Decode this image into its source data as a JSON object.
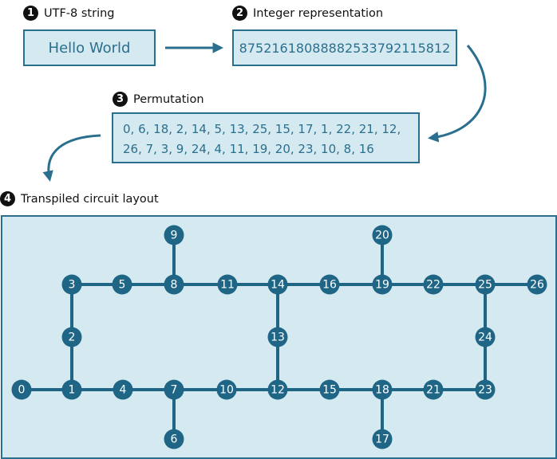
{
  "steps": [
    {
      "number": "1",
      "label": "UTF-8 string"
    },
    {
      "number": "2",
      "label": "Integer representation"
    },
    {
      "number": "3",
      "label": "Permutation"
    },
    {
      "number": "4",
      "label": "Transpiled circuit layout"
    }
  ],
  "utf8_string": "Hello World",
  "integer_representation": "87521618088882533792115812",
  "permutation": {
    "line1": "0, 6, 18, 2, 14, 5, 13, 25, 15, 17, 1, 22, 21, 12,",
    "line2": "26, 7, 3, 9, 24, 4, 11, 19, 20, 23, 10, 8, 16"
  },
  "colors": {
    "accent": "#2a6f8e",
    "box_fill": "#d5e9f1",
    "node": "#1f6585",
    "badge": "#111111"
  },
  "circuit": {
    "qubits": [
      {
        "id": 0,
        "label": "0"
      },
      {
        "id": 1,
        "label": "1"
      },
      {
        "id": 2,
        "label": "2"
      },
      {
        "id": 3,
        "label": "3"
      },
      {
        "id": 4,
        "label": "4"
      },
      {
        "id": 5,
        "label": "5"
      },
      {
        "id": 6,
        "label": "6"
      },
      {
        "id": 7,
        "label": "7"
      },
      {
        "id": 8,
        "label": "8"
      },
      {
        "id": 9,
        "label": "9"
      },
      {
        "id": 10,
        "label": "10"
      },
      {
        "id": 11,
        "label": "11"
      },
      {
        "id": 12,
        "label": "12"
      },
      {
        "id": 13,
        "label": "13"
      },
      {
        "id": 14,
        "label": "14"
      },
      {
        "id": 15,
        "label": "15"
      },
      {
        "id": 16,
        "label": "16"
      },
      {
        "id": 17,
        "label": "17"
      },
      {
        "id": 18,
        "label": "18"
      },
      {
        "id": 19,
        "label": "19"
      },
      {
        "id": 20,
        "label": "20"
      },
      {
        "id": 21,
        "label": "21"
      },
      {
        "id": 22,
        "label": "22"
      },
      {
        "id": 23,
        "label": "23"
      },
      {
        "id": 24,
        "label": "24"
      },
      {
        "id": 25,
        "label": "25"
      },
      {
        "id": 26,
        "label": "26"
      }
    ],
    "edges": [
      [
        0,
        1
      ],
      [
        1,
        2
      ],
      [
        2,
        3
      ],
      [
        3,
        5
      ],
      [
        5,
        8
      ],
      [
        8,
        9
      ],
      [
        8,
        11
      ],
      [
        11,
        14
      ],
      [
        14,
        16
      ],
      [
        16,
        19
      ],
      [
        19,
        20
      ],
      [
        19,
        22
      ],
      [
        22,
        25
      ],
      [
        25,
        26
      ],
      [
        25,
        24
      ],
      [
        24,
        23
      ],
      [
        1,
        4
      ],
      [
        4,
        7
      ],
      [
        7,
        6
      ],
      [
        7,
        10
      ],
      [
        10,
        12
      ],
      [
        12,
        13
      ],
      [
        13,
        14
      ],
      [
        12,
        15
      ],
      [
        15,
        18
      ],
      [
        18,
        17
      ],
      [
        18,
        21
      ],
      [
        21,
        23
      ]
    ]
  }
}
